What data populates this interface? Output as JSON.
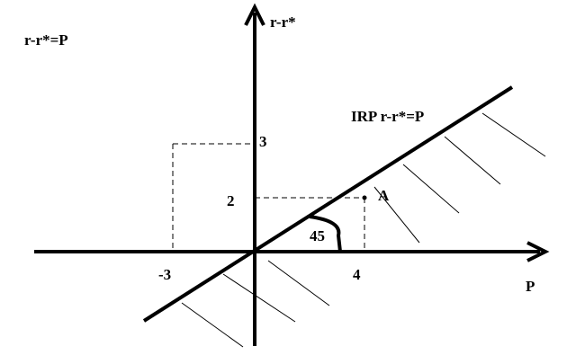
{
  "diagram": {
    "top_left_equation": "r-r*=P",
    "y_axis_label": "r-r*",
    "x_axis_label": "P",
    "line_label": "IRP r-r*=P",
    "angle_label": "45",
    "point_label": "A",
    "tick_labels": {
      "x_neg3": "-3",
      "x_4": "4",
      "y_3": "3",
      "y_2": "2"
    },
    "colors": {
      "ink": "#000000",
      "background": "#ffffff"
    }
  }
}
